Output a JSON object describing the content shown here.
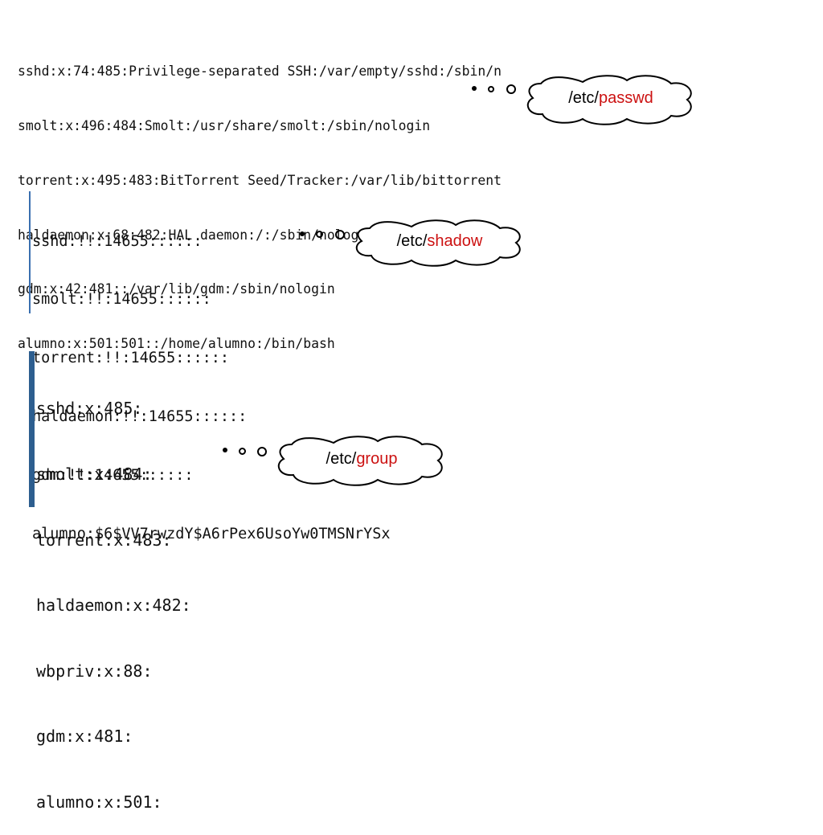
{
  "passwd_lines": [
    "sshd:x:74:485:Privilege-separated SSH:/var/empty/sshd:/sbin/n",
    "smolt:x:496:484:Smolt:/usr/share/smolt:/sbin/nologin",
    "torrent:x:495:483:BitTorrent Seed/Tracker:/var/lib/bittorrent",
    "haldaemon:x:68:482:HAL daemon:/:/sbin/nologin",
    "gdm:x:42:481::/var/lib/gdm:/sbin/nologin",
    "alumno:x:501:501::/home/alumno:/bin/bash"
  ],
  "shadow_lines": [
    "sshd:!!:14655::::::",
    "smolt:!!:14655::::::",
    "torrent:!!:14655::::::",
    "haldaemon:!!:14655::::::",
    "gdm:!!:14655::::::",
    "alumno:$6$VV7rwzdY$A6rPex6UsoYw0TMSNrYSx"
  ],
  "group_lines": [
    "sshd:x:485:",
    "smolt:x:484:",
    "torrent:x:483:",
    "haldaemon:x:482:",
    "wbpriv:x:88:",
    "gdm:x:481:",
    "alumno:x:501:"
  ],
  "callouts": {
    "passwd": {
      "prefix": "/etc/",
      "name": "passwd"
    },
    "shadow": {
      "prefix": "/etc/",
      "name": "shadow"
    },
    "group": {
      "prefix": "/etc/",
      "name": "group"
    }
  },
  "colors": {
    "highlight": "#cc1111",
    "accent_bar": "#2d5e8f"
  }
}
